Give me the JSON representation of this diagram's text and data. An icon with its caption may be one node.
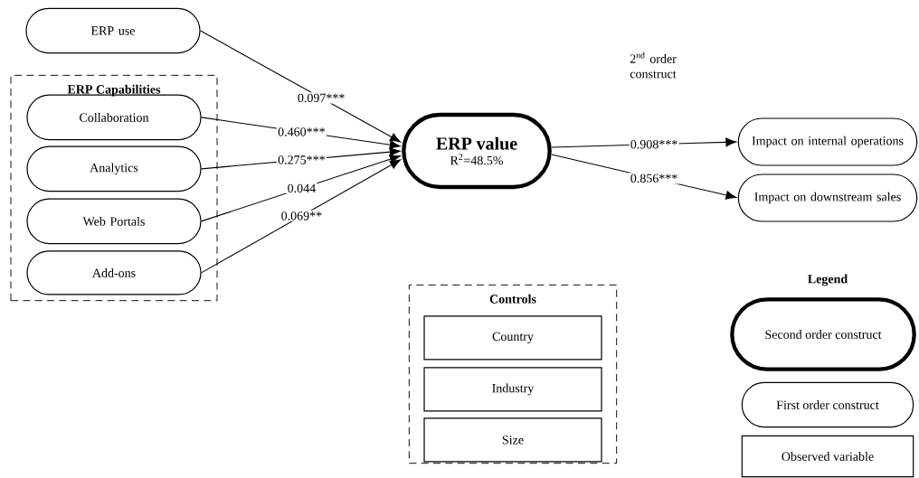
{
  "diagram": {
    "nodes": [
      {
        "text": [
          "ERP use"
        ]
      },
      {
        "text": [
          "ERP Capabilities"
        ]
      },
      {
        "text": [
          "Collaboration"
        ],
        "in": 1
      },
      {
        "text": [
          "Analytics"
        ],
        "in": 1
      },
      {
        "text": [
          "Web Portals"
        ],
        "in": 1
      },
      {
        "text": [
          "Add-ons"
        ],
        "in": 1
      },
      {
        "text": [
          "ERP value",
          "R$^{2}$=48.5%"
        ]
      },
      {
        "text": [
          "Impact on internal operations"
        ]
      },
      {
        "text": [
          "Impact on downstream sales"
        ]
      },
      {
        "text": [
          "Controls"
        ]
      },
      {
        "text": [
          "Country"
        ],
        "in": 9
      },
      {
        "text": [
          "Industry"
        ],
        "in": 9
      },
      {
        "text": [
          "Size"
        ],
        "in": 9
      }
    ],
    "edges": [
      {
        "from": 0,
        "to": 6,
        "arrow": "to",
        "label": "0.097***"
      },
      {
        "from": 2,
        "to": 6,
        "arrow": "to",
        "label": "0.460***"
      },
      {
        "from": 3,
        "to": 6,
        "arrow": "to",
        "label": "0.275***"
      },
      {
        "from": 4,
        "to": 6,
        "arrow": "to",
        "label": "0.044"
      },
      {
        "from": 5,
        "to": 6,
        "arrow": "to",
        "label": "0.069**"
      },
      {
        "from": 6,
        "to": 7,
        "arrow": "to",
        "label": "0.908***"
      },
      {
        "from": 6,
        "to": 8,
        "arrow": "to",
        "label": "0.856***"
      }
    ],
    "labels": [
      "2$^{nd}$ order construct",
      "Legend"
    ],
    "legend": [
      {
        "text": "Second order construct"
      },
      {
        "text": "First order construct"
      },
      {
        "text": "Observed variable"
      }
    ]
  }
}
